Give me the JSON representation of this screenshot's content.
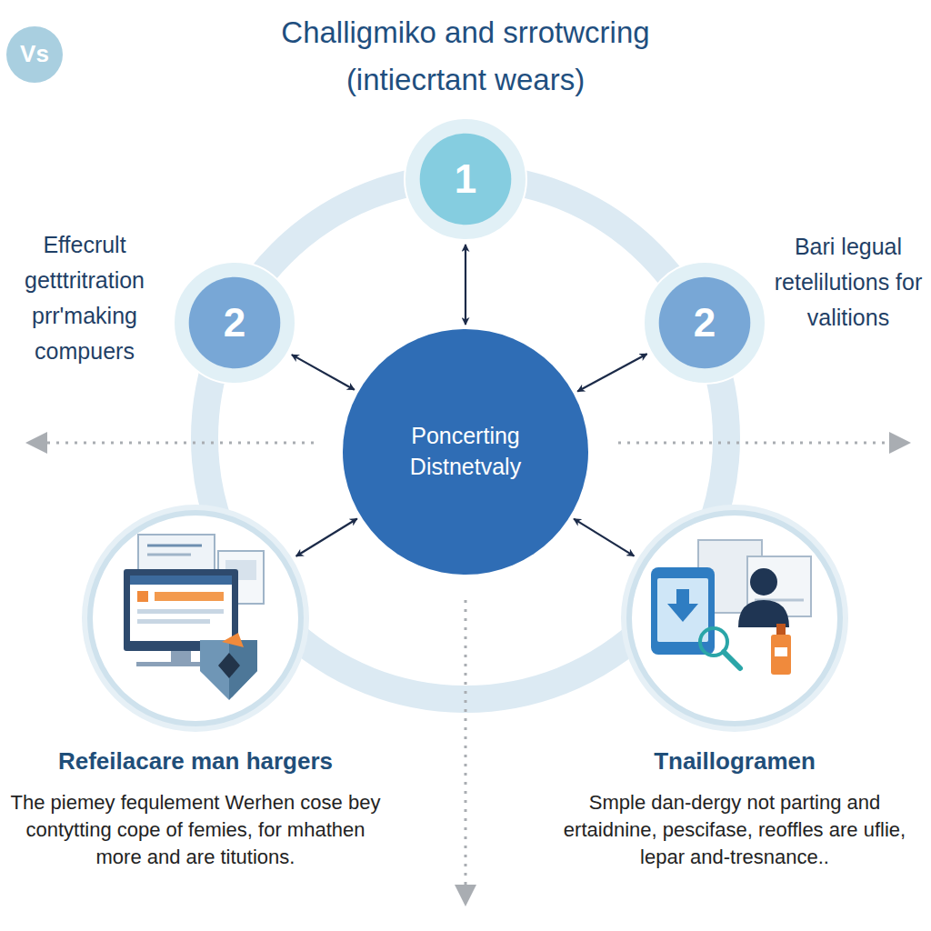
{
  "diagram": {
    "title": "Challigmiko and srrotwcring (intiecrtant wears)",
    "nodes": [
      {
        "text": [
          "Vs"
        ]
      },
      {
        "text": [
          "1"
        ]
      },
      {
        "text": [
          "2"
        ]
      },
      {
        "text": [
          "2"
        ]
      },
      {
        "text": [
          "Poncerting Distnetvaly"
        ]
      },
      {
        "text": [
          "Refeilacare man hargers",
          "The piemey fequlement Werhen cose bey contytting cope of femies, for mhathen more and are titutions."
        ]
      },
      {
        "text": [
          "Tnaillogramen",
          "Smple dan-dergy not parting and ertaidnine, pescifase, reoffles are uflie, lepar and-tresnance.."
        ]
      }
    ],
    "edges": [
      {
        "from": 1,
        "to": 4,
        "arrow": "both"
      },
      {
        "from": 2,
        "to": 4,
        "arrow": "both"
      },
      {
        "from": 3,
        "to": 4,
        "arrow": "both"
      },
      {
        "from": 5,
        "to": 4,
        "arrow": "both"
      },
      {
        "from": 6,
        "to": 4,
        "arrow": "both"
      }
    ],
    "labels": [
      "Effecrult getttritration prr'making compuers",
      "Bari legual retelilutions for valitions"
    ]
  }
}
